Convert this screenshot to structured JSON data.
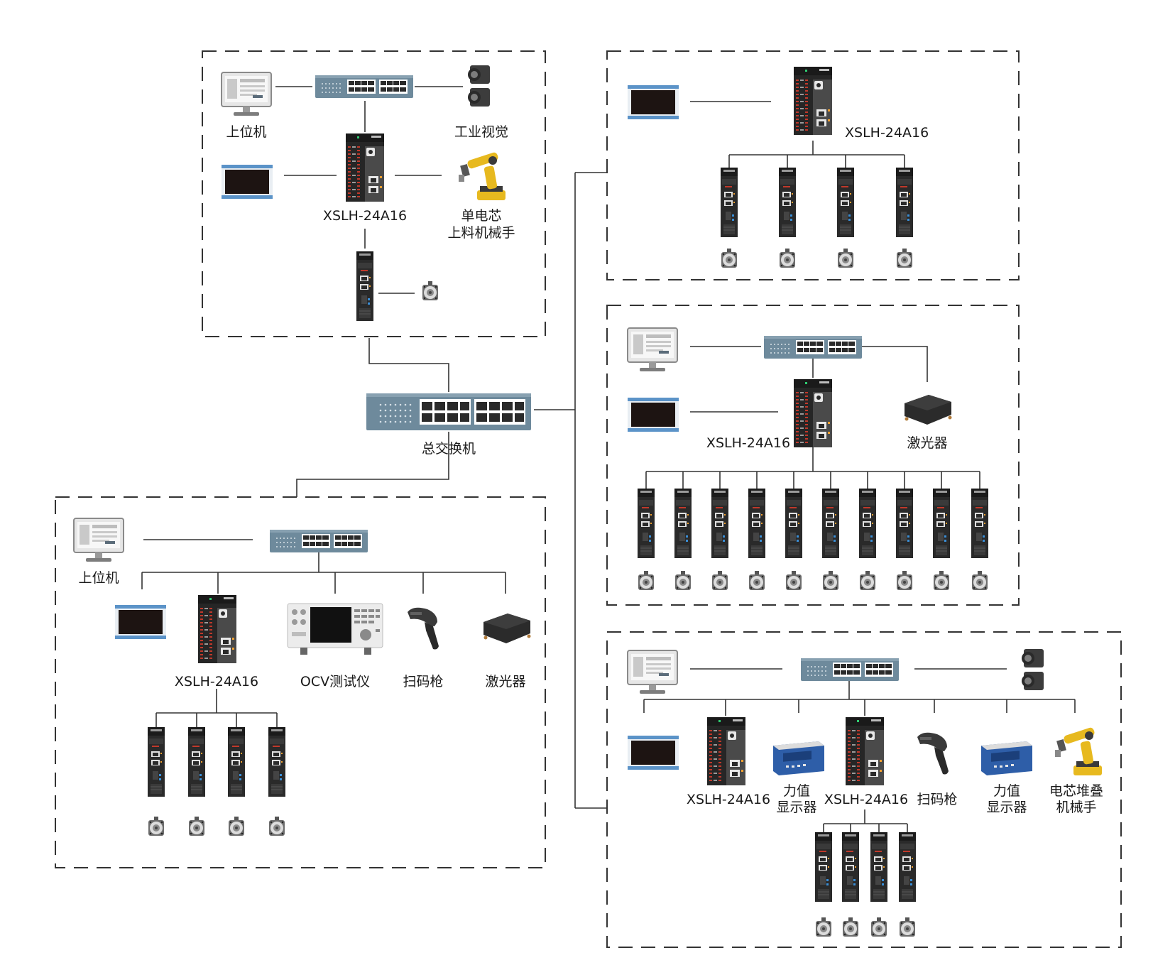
{
  "colors": {
    "line": "#333333",
    "switch_body": "#6e8a9c",
    "panel_dark": "#1f1f1f",
    "screen_frame": "#5b93c8",
    "robot": "#e7b91f",
    "text": "#1a1a1a"
  },
  "labels": {
    "host_pc": "上位机",
    "machine_vision": "工业视觉",
    "controller_model": "XSLH-24A16",
    "robot_line1": "单电芯",
    "robot_line2": "上料机械手",
    "main_switch": "总交换机",
    "laser": "激光器",
    "ocv_tester": "OCV测试仪",
    "scanner": "扫码枪",
    "force_line1": "力值",
    "force_line2": "显示器",
    "stack_robot_line1": "电芯堆叠",
    "stack_robot_line2": "机械手"
  },
  "icons": [
    "pc-icon",
    "switch-icon",
    "camera-icon",
    "hmi-screen-icon",
    "plc-controller-icon",
    "robot-arm-icon",
    "servo-drive-icon",
    "servo-motor-icon",
    "laser-icon",
    "ocv-tester-icon",
    "barcode-scanner-icon",
    "force-display-icon"
  ]
}
